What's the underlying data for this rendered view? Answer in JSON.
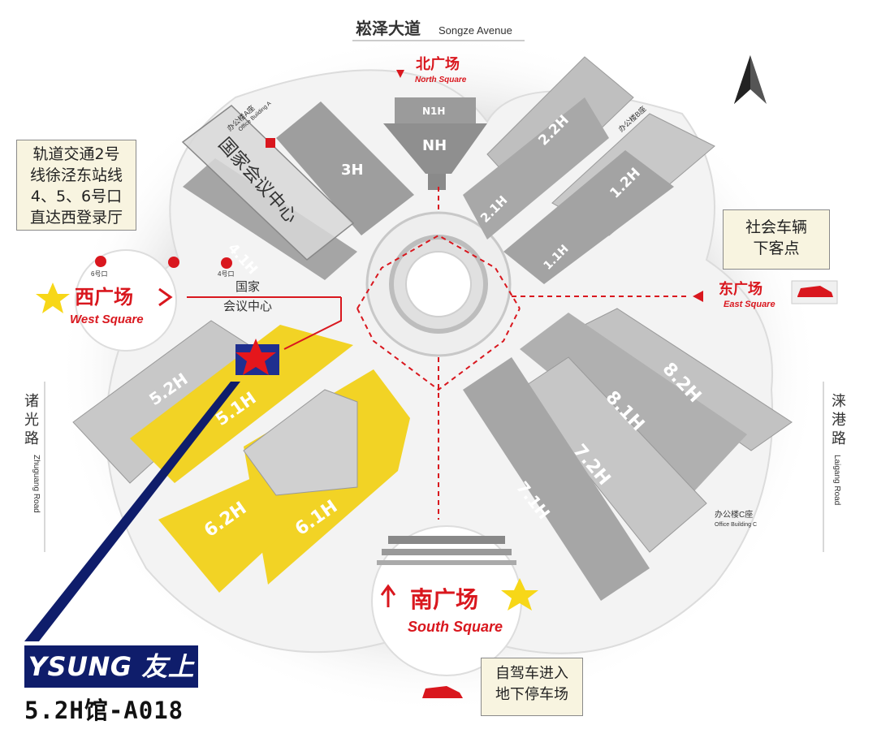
{
  "avenue": {
    "cn": "崧泽大道",
    "en": "Songze Avenue"
  },
  "north": {
    "cn": "北广场",
    "en": "North Square"
  },
  "west": {
    "cn": "西广场",
    "en": "West Square"
  },
  "east": {
    "cn": "东广场",
    "en": "East Square"
  },
  "south": {
    "cn": "南广场",
    "en": "South Square"
  },
  "roads": {
    "west": {
      "cn_chars": [
        "诸",
        "光",
        "路"
      ],
      "en": "Zhuguang Road"
    },
    "east": {
      "cn_chars": [
        "涞",
        "港",
        "路"
      ],
      "en": "Laigang Road"
    }
  },
  "halls": {
    "n1h": "N1H",
    "nh": "NH",
    "h3": "3H",
    "h41": "4.1H",
    "h21": "2.1H",
    "h22": "2.2H",
    "h12": "1.2H",
    "h11": "1.1H",
    "h52": "5.2H",
    "h51": "5.1H",
    "h62": "6.2H",
    "h61": "6.1H",
    "h72": "7.2H",
    "h71": "7.1H",
    "h82": "8.2H",
    "h81": "8.1H"
  },
  "buildings": {
    "ncc_vertical": "国家会议中心",
    "ncc_lines": [
      "国家",
      "会议中心"
    ],
    "office_a": "办公楼A座",
    "office_a_en": "Office Building A",
    "office_b": "办公楼B座",
    "office_c": "办公楼C座",
    "office_c_en": "Office Building C"
  },
  "metro": {
    "gate6": "6号口",
    "gate4": "4号口",
    "info_lines": [
      "轨道交通2号",
      "线徐泾东站线",
      "4、5、6号口",
      "直达西登录厅"
    ]
  },
  "dropoff_lines": [
    "社会车辆",
    "下客点"
  ],
  "parking_lines": [
    "自驾车进入",
    "地下停车场"
  ],
  "brand": {
    "name": "YSUNG 友上",
    "booth": "5.2H馆-A018"
  },
  "colors": {
    "highlight_yellow": "#f2d325",
    "hall_gray": "#a9a9a9",
    "route_red": "#d9171e",
    "brand_navy": "#0f1d6b"
  }
}
